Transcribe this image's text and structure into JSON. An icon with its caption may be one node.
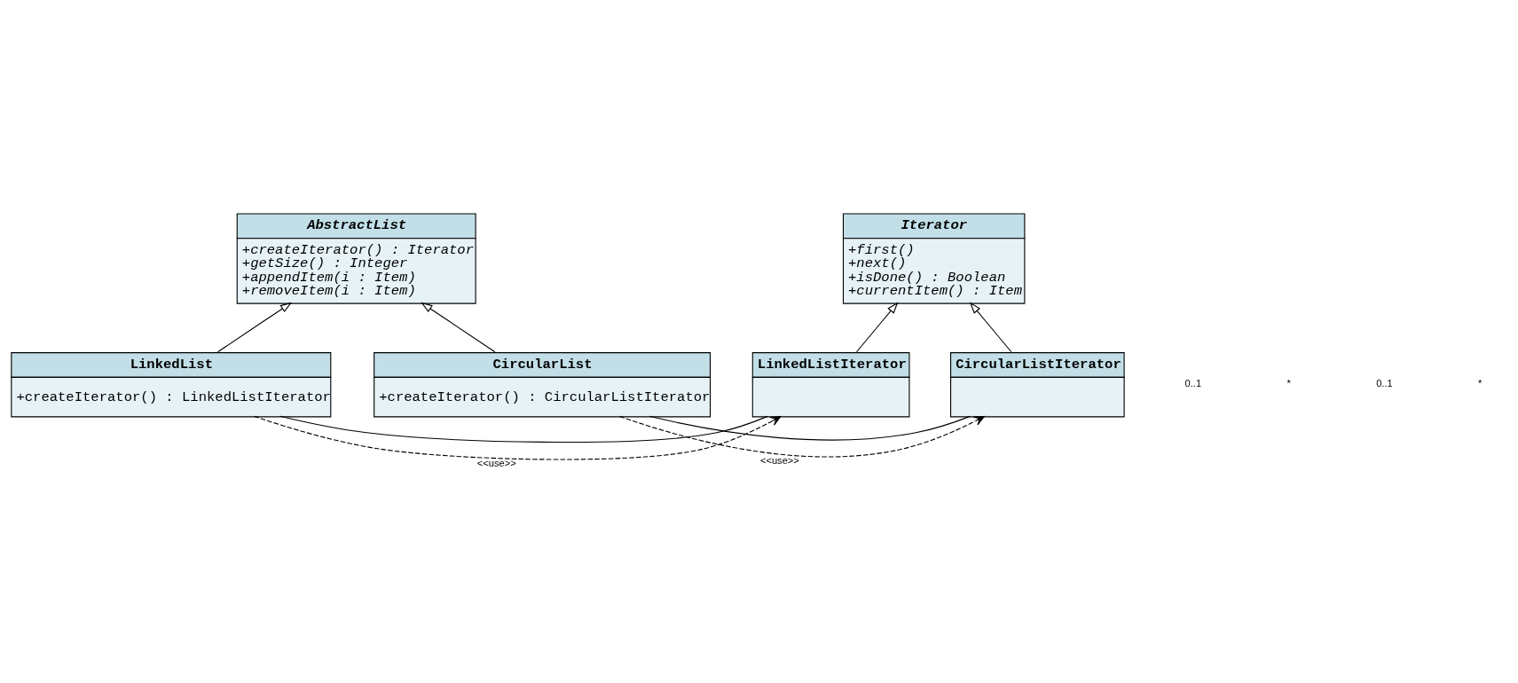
{
  "diagram": {
    "nodes": [
      {
        "text": [
          "AbstractList",
          "+createIterator() : Iterator",
          "+getSize() : Integer",
          "+appendItem(i : Item)",
          "+removeItem(i : Item)"
        ]
      },
      {
        "text": [
          "Iterator",
          "+first()",
          "+next()",
          "+isDone() : Boolean",
          "+currentItem() : Item"
        ]
      },
      {
        "text": [
          "LinkedList",
          "+createIterator() : LinkedListIterator"
        ]
      },
      {
        "text": [
          "LinkedListIterator"
        ]
      },
      {
        "text": [
          "CircularList",
          "+createIterator() : CircularListIterator"
        ]
      },
      {
        "text": [
          "CircularListIterator"
        ]
      }
    ],
    "edges": [
      {
        "from": 2,
        "to": 0,
        "arrow": "to"
      },
      {
        "from": 4,
        "to": 0,
        "arrow": "to"
      },
      {
        "from": 3,
        "to": 1,
        "arrow": "to"
      },
      {
        "from": 5,
        "to": 1,
        "arrow": "to"
      },
      {
        "from": 2,
        "to": 3,
        "arrow": "none"
      },
      {
        "from": 2,
        "to": 3,
        "arrow": "to",
        "label": "<<use>>",
        "style": "dashed"
      },
      {
        "from": 4,
        "to": 5,
        "arrow": "none"
      },
      {
        "from": 4,
        "to": 5,
        "arrow": "to",
        "label": "<<use>>",
        "style": "dashed"
      }
    ],
    "labels": [
      "0..1",
      "*",
      "0..1",
      "*"
    ]
  }
}
